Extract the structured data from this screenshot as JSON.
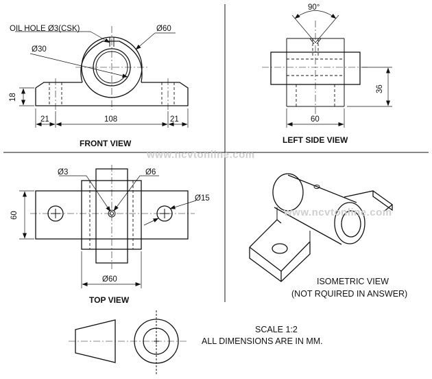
{
  "views": {
    "front": {
      "title": "FRONT VIEW",
      "oil_hole": "OIL HOLE Ø3(CSK)",
      "outer_dia": "Ø60",
      "bore_dia": "Ø30",
      "height": "18",
      "left_ext": "21",
      "length": "108",
      "right_ext": "21"
    },
    "side": {
      "title": "LEFT SIDE VIEW",
      "angle": "90°",
      "height": "36",
      "width": "60"
    },
    "top": {
      "title": "TOP VIEW",
      "hole_small": "Ø3",
      "hole_csk": "Ø6",
      "slot_hole": "Ø15",
      "depth": "60",
      "bottom_dia": "Ø60"
    },
    "iso": {
      "title": "ISOMETRIC VIEW",
      "note": "(NOT RQUIRED IN ANSWER)"
    }
  },
  "scale_note": "SCALE 1:2",
  "units_note": "ALL DIMENSIONS ARE IN MM.",
  "watermark": "www.ncvtonline.com"
}
